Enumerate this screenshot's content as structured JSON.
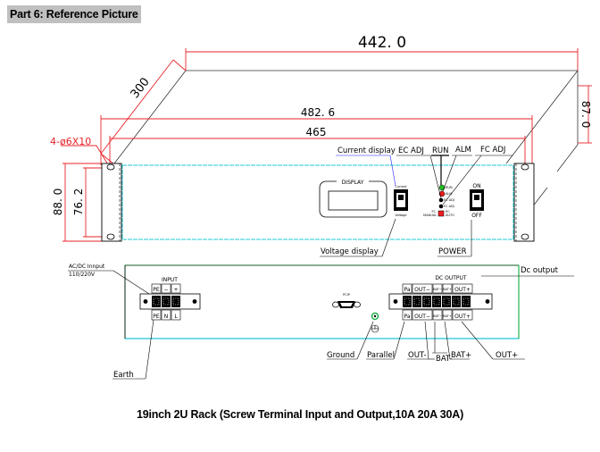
{
  "header": {
    "title": "Part 6: Reference Picture"
  },
  "caption": "19inch 2U Rack (Screw Terminal Input and Output,10A 20A 30A)",
  "dimensions": {
    "depth": "300",
    "top_width": "442. 0",
    "total_width": "482. 6",
    "hole_spacing": "465",
    "mount_holes": "4-ø6X10",
    "front_height": "88. 0",
    "hole_vertical": "76. 2",
    "side_height": "87. 0"
  },
  "front_panel": {
    "display_label": "DISPLAY",
    "callouts": {
      "current_display": "Current display",
      "voltage_display": "Voltage display",
      "ec_adj": "EC ADJ",
      "run": "RUN",
      "alm": "ALM",
      "fc_adj": "FC ADJ",
      "power": "POWER"
    },
    "switch_labels": {
      "current": "Current",
      "voltage": "Voltage",
      "on": "ON",
      "off": "OFF"
    },
    "indicator_labels": {
      "run": "RUN",
      "alm": "ALM",
      "ec_adj": "EC ADJ",
      "fc_adj": "FC ADJ",
      "fc": "FC",
      "ec": "EC",
      "manual": "MANUAL",
      "auto": "AUTO"
    }
  },
  "rear_panel": {
    "ac_input_label": "AC/DC  Innput",
    "ac_input_voltage": "110/220V",
    "input_title": "INPUT",
    "input_top": [
      "PE",
      "−",
      "+"
    ],
    "input_bottom": [
      "PE",
      "N",
      "L"
    ],
    "rs_label": "PCIP",
    "dc_output_title": "DC OUTPUT",
    "output_top": [
      "Pa",
      "OUT−",
      "BAT−",
      "BAT+",
      "OUT+"
    ],
    "output_bottom": [
      "Pa",
      "OUT−",
      "BAT−",
      "BAT+",
      "OUT+"
    ],
    "callouts": {
      "dc_output": "Dc output",
      "earth": "Earth",
      "ground": "Ground",
      "parallel": "Parallel",
      "out_minus": "OUT-",
      "bat_minus": "BAT-",
      "bat_plus": "BAT+",
      "out_plus": "OUT+"
    }
  },
  "colors": {
    "dimension": "#e8232a",
    "panel_edge": "#1ec8d6",
    "rear_edge": "#22b24c",
    "run_led": "#20c020",
    "alm_led": "#ee1c1c",
    "current_pointer": "#1a1aff"
  }
}
